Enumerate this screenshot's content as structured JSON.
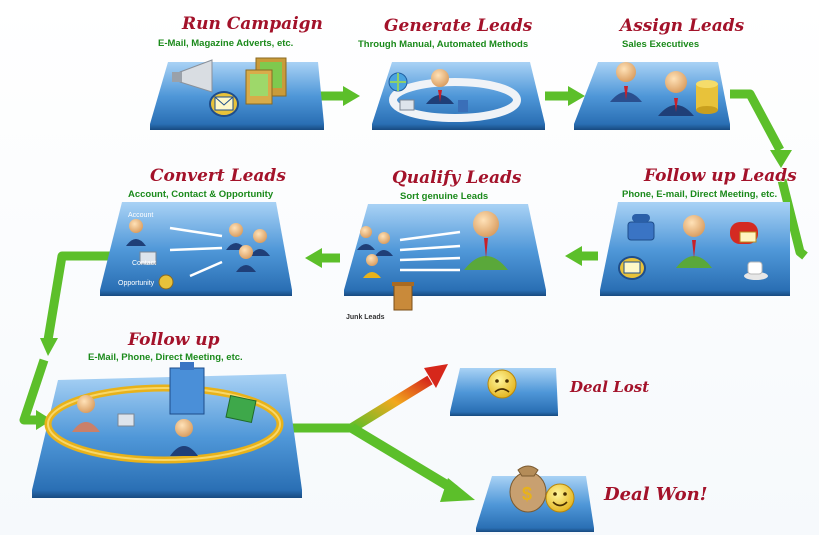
{
  "steps": {
    "run_campaign": {
      "title": "Run Campaign",
      "subtitle": "E-Mail, Magazine Adverts, etc."
    },
    "generate_leads": {
      "title": "Generate Leads",
      "subtitle": "Through Manual, Automated Methods"
    },
    "assign_leads": {
      "title": "Assign Leads",
      "subtitle": "Sales Executives"
    },
    "follow_up_leads": {
      "title": "Follow up Leads",
      "subtitle": "Phone, E-mail, Direct Meeting, etc."
    },
    "qualify_leads": {
      "title": "Qualify Leads",
      "subtitle": "Sort genuine Leads",
      "note": "Junk Leads"
    },
    "convert_leads": {
      "title": "Convert Leads",
      "subtitle": "Account, Contact & Opportunity",
      "labels": [
        "Account",
        "Contact",
        "Opportunity"
      ]
    },
    "follow_up": {
      "title": "Follow up",
      "subtitle": "E-Mail, Phone, Direct Meeting, etc."
    }
  },
  "outcomes": {
    "lost": "Deal Lost",
    "won": "Deal Won!"
  },
  "colors": {
    "title": "#a3122a",
    "subtitle": "#1b8a1b",
    "arrow": "#5cbf2a",
    "tile": "#3b82c4"
  }
}
